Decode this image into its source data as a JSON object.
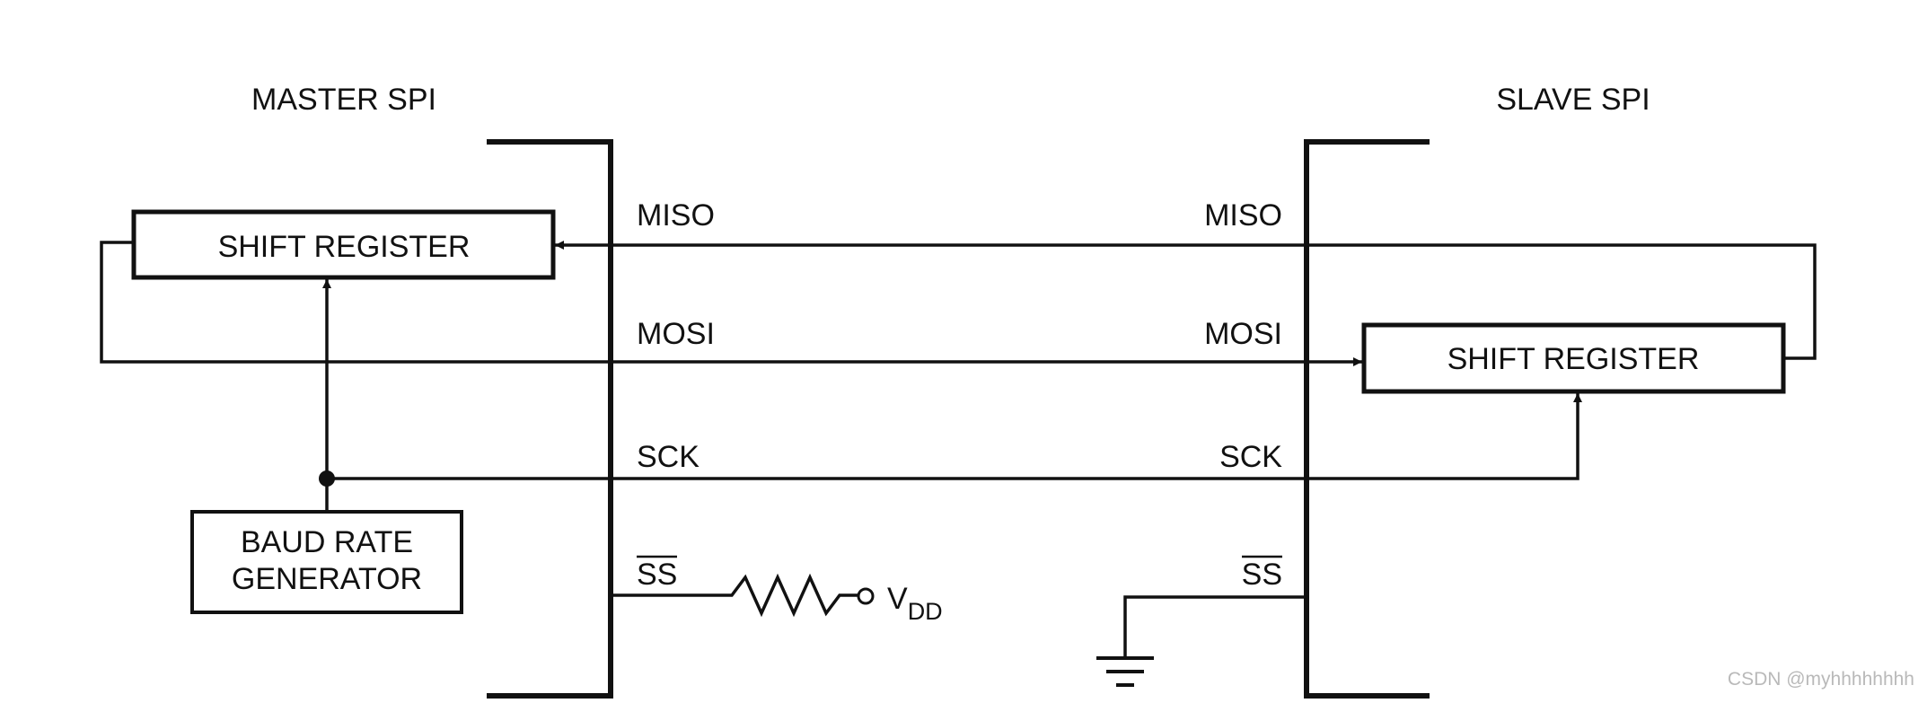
{
  "master": {
    "title": "MASTER SPI",
    "shift_register": "SHIFT REGISTER",
    "baud_line1": "BAUD RATE",
    "baud_line2": "GENERATOR"
  },
  "slave": {
    "title": "SLAVE SPI",
    "shift_register": "SHIFT REGISTER"
  },
  "signals": {
    "miso": "MISO",
    "mosi": "MOSI",
    "sck": "SCK",
    "ss": "SS"
  },
  "vdd": {
    "base": "V",
    "sub": "DD"
  },
  "watermark": "CSDN @myhhhhhhhh"
}
